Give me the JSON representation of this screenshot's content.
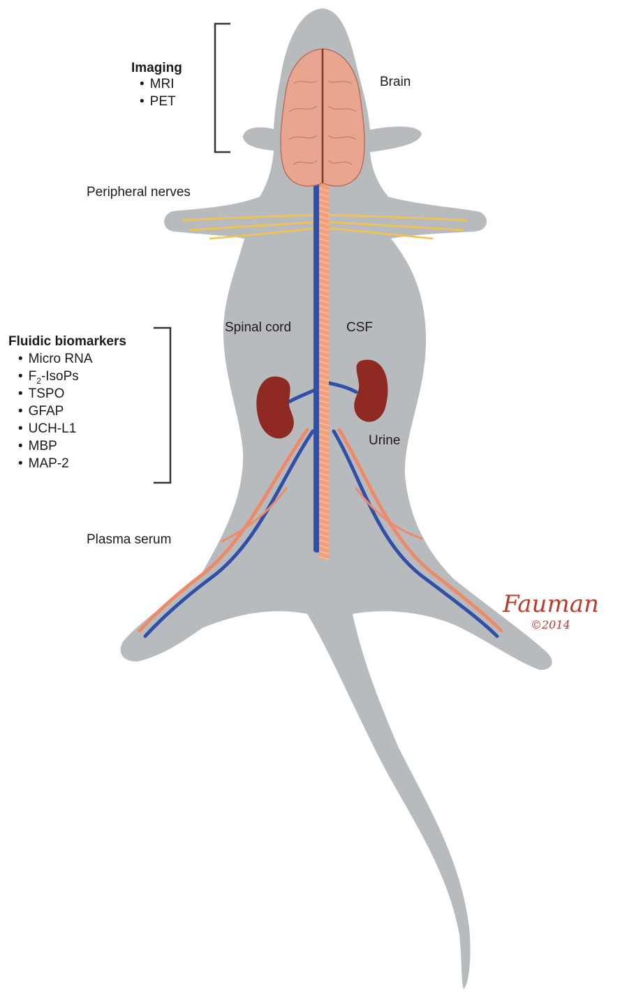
{
  "colors": {
    "body": "#b8bbbe",
    "brain": "#e8a58f",
    "spinal_cord": "#f2a07a",
    "artery": "#ee8a68",
    "vein": "#2f4fa8",
    "nerve": "#f4c24a",
    "kidney": "#8e2a22",
    "signature": "#c0392b"
  },
  "labels": {
    "brain": "Brain",
    "peripheral_nerves": "Peripheral nerves",
    "spinal_cord": "Spinal cord",
    "csf": "CSF",
    "urine": "Urine",
    "plasma_serum": "Plasma serum"
  },
  "imaging": {
    "title": "Imaging",
    "items": [
      "MRI",
      "PET"
    ]
  },
  "fluidic": {
    "title": "Fluidic biomarkers",
    "items": [
      "Micro RNA",
      "F2-IsoPs",
      "TSPO",
      "GFAP",
      "UCH-L1",
      "MBP",
      "MAP-2"
    ]
  },
  "signature": {
    "name": "Fauman",
    "year": "©2014"
  }
}
